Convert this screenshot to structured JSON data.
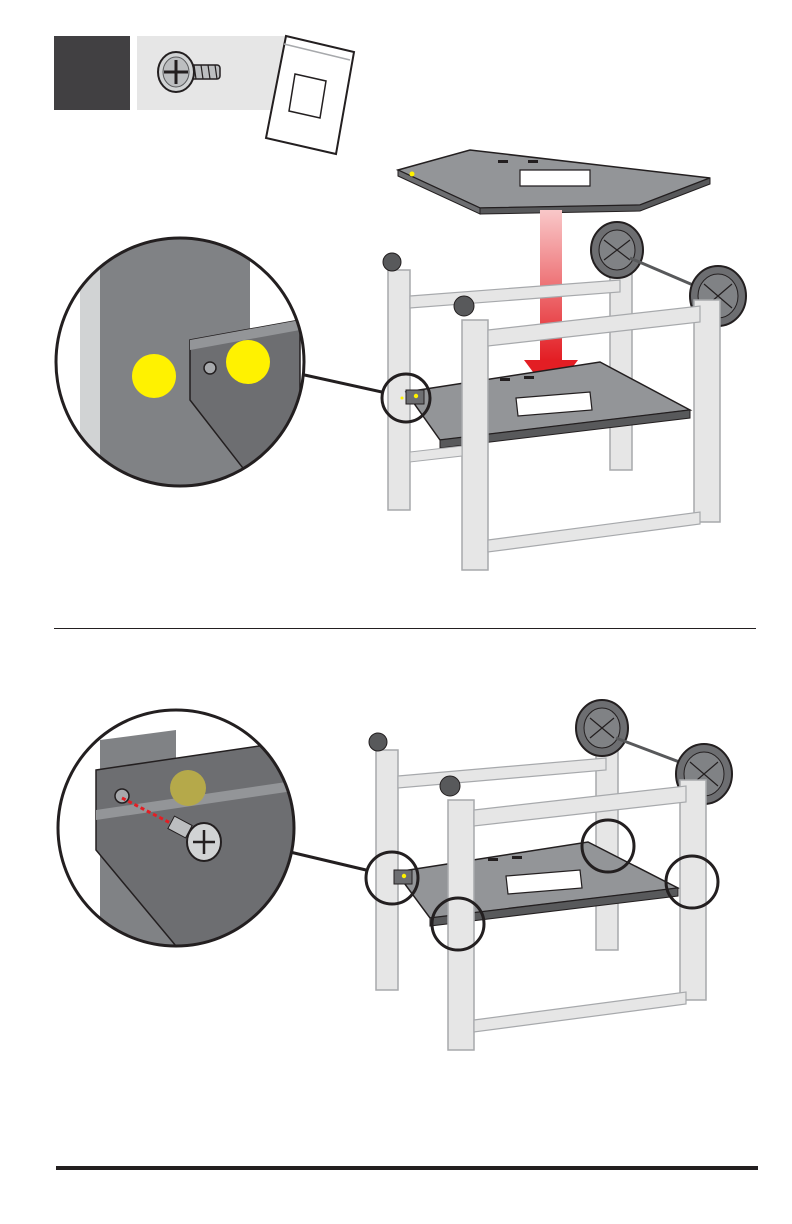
{
  "page": {
    "background": "#ffffff",
    "ink": "#231f20"
  },
  "header": {
    "step_box_color": "#414042",
    "parts_strip_color": "#e6e6e6",
    "parts": [
      {
        "name": "screw-icon",
        "count_label": ""
      },
      {
        "name": "hardware-bag-icon"
      }
    ]
  },
  "colors": {
    "frame": "#e6e6e6",
    "frame_edge": "#a7a9ac",
    "shelf": "#808285",
    "shelf_dark": "#58595b",
    "arrow": "#e31e24",
    "highlight": "#fff200",
    "highlight_dim": "#b5a94a",
    "wheel": "#58595b",
    "callout": "#231f20"
  },
  "panels": [
    {
      "name": "panel-1",
      "callout_count": 1,
      "action": "place-shelf"
    },
    {
      "name": "panel-2",
      "callout_count": 4,
      "action": "insert-screws"
    }
  ]
}
